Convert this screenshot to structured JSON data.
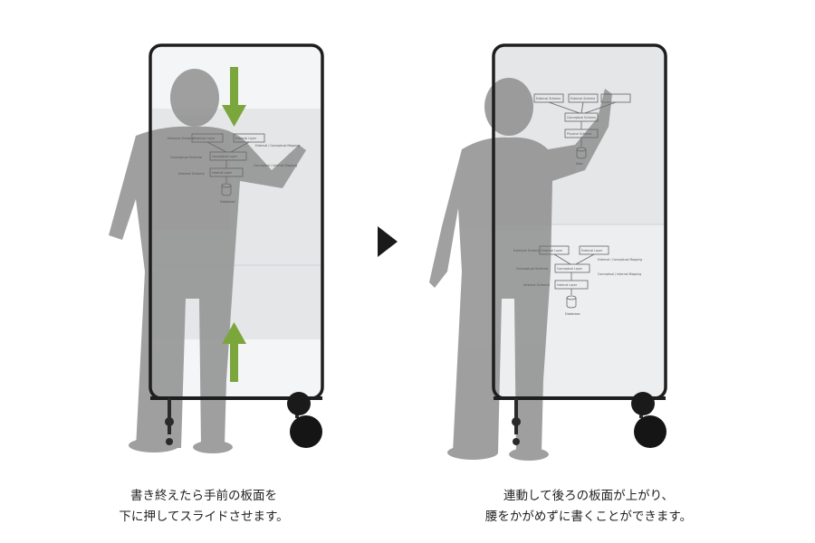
{
  "left_caption": {
    "line1": "書き終えたら手前の板面を",
    "line2": "下に押してスライドさせます。"
  },
  "right_caption": {
    "line1": "連動して後ろの板面が上がり、",
    "line2": "腰をかがめずに書くことができます。"
  },
  "colors": {
    "frame": "#1e1e1e",
    "board": "#e9ebed",
    "silhouette": "#8f8f8f",
    "push_arrow": "#7aa63c",
    "next_arrow": "#1a1a1a"
  },
  "icons": {
    "push_down": "arrow-down-icon",
    "push_up": "arrow-up-icon",
    "next": "play-triangle-icon"
  },
  "sketch": {
    "box_a": "External Layer",
    "box_b": "External Layer",
    "box_c": "Conceptual Layer",
    "box_d": "Internal Layer",
    "label_ext": "External Schema",
    "label_con": "Conceptual Schema",
    "label_int": "Internal Schema",
    "map1": "External / Conceptual Mapping",
    "map2": "Conceptual / Internal Mapping",
    "db": "Database",
    "top_a": "External Schema",
    "top_b": "External Schema",
    "top_c": "Conceptual Schema",
    "top_d": "Physical Schema",
    "top_db": "Data"
  }
}
